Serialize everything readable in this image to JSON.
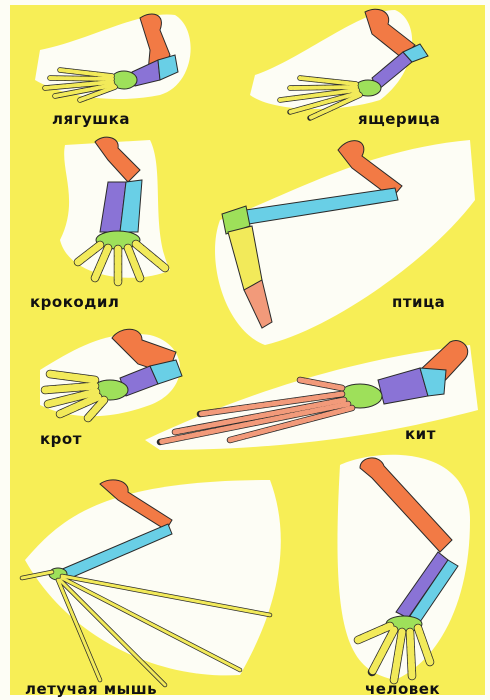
{
  "colors": {
    "background": "#f7ee56",
    "halo": "#fdfdf5",
    "humerus": "#f27a45",
    "radius": "#8a73d6",
    "ulna": "#69cfe6",
    "wrist": "#9ee05a",
    "hand": "#f2ea5a",
    "finger_tip": "#f29a7a",
    "outline": "#2a2a2a"
  },
  "labels": {
    "frog": "лягушка",
    "lizard": "ящерица",
    "crocodile": "крокодил",
    "bird": "птица",
    "mole": "крот",
    "whale": "кит",
    "bat": "летучая мышь",
    "human": "человек"
  }
}
